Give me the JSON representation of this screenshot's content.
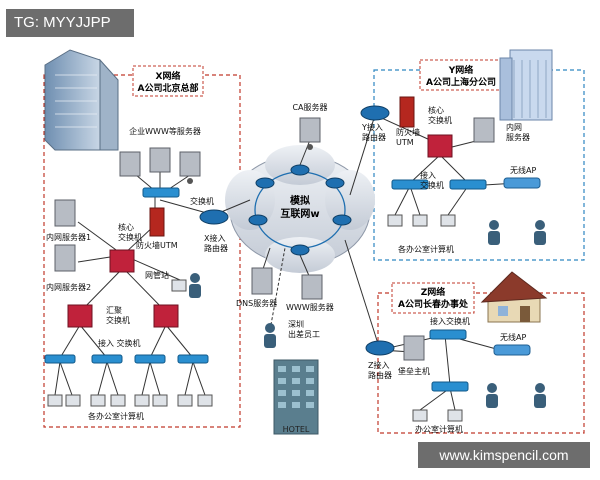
{
  "watermark": {
    "tag": "TG: MYYJJPP",
    "site": "www.kimspencil.com"
  },
  "x_net": {
    "title": "X网络",
    "subtitle": "A公司北京总部"
  },
  "y_net": {
    "title": "Y网络",
    "subtitle": "A公司上海分公司"
  },
  "z_net": {
    "title": "Z网络",
    "subtitle": "A公司长春办事处"
  },
  "internet": {
    "line1": "模拟",
    "line2": "互联网w"
  },
  "labels": {
    "ca_server": "CA服务器",
    "www_servers": "企业WWW等服务器",
    "x_switch": "交换机",
    "core_switch_x": "核心\n交换机",
    "firewall_x": "防火墙UTM",
    "x_router": "X接入\n路由器",
    "intranet1": "内网服务器1",
    "intranet2": "内网服务器2",
    "netadmin": "网管站",
    "agg_switch": "汇聚\n交换机",
    "access_switch_x": "接入 交换机",
    "offices_x": "各办公室计算机",
    "dns_server": "DNS服务器",
    "www_server": "WWW服务器",
    "traveler": "深圳\n出差员工",
    "hotel": "HOTEL",
    "y_router": "Y接入\n路由器",
    "firewall_y": "防火墙\nUTM",
    "core_switch_y": "核心\n交换机",
    "intranet_y": "内网\n服务器",
    "access_switch_y": "接入\n交换机",
    "wireless_ap_y": "无线AP",
    "offices_y": "各办公室计算机",
    "access_switch_z": "接入交换机",
    "wireless_ap_z": "无线AP",
    "z_router": "Z接入\n路由器",
    "bastion": "堡垒主机",
    "offices_z": "办公室计算机"
  },
  "colors": {
    "x_border": "#c0392b",
    "y_border": "#2e86c1",
    "z_border": "#c0392b",
    "cloud": "#d8dde6",
    "router": "#1f6fb0",
    "switch": "#2a8fd0",
    "core": "#c0223b",
    "firewall": "#b5271f",
    "server": "#a8adb5",
    "link": "#333333"
  }
}
